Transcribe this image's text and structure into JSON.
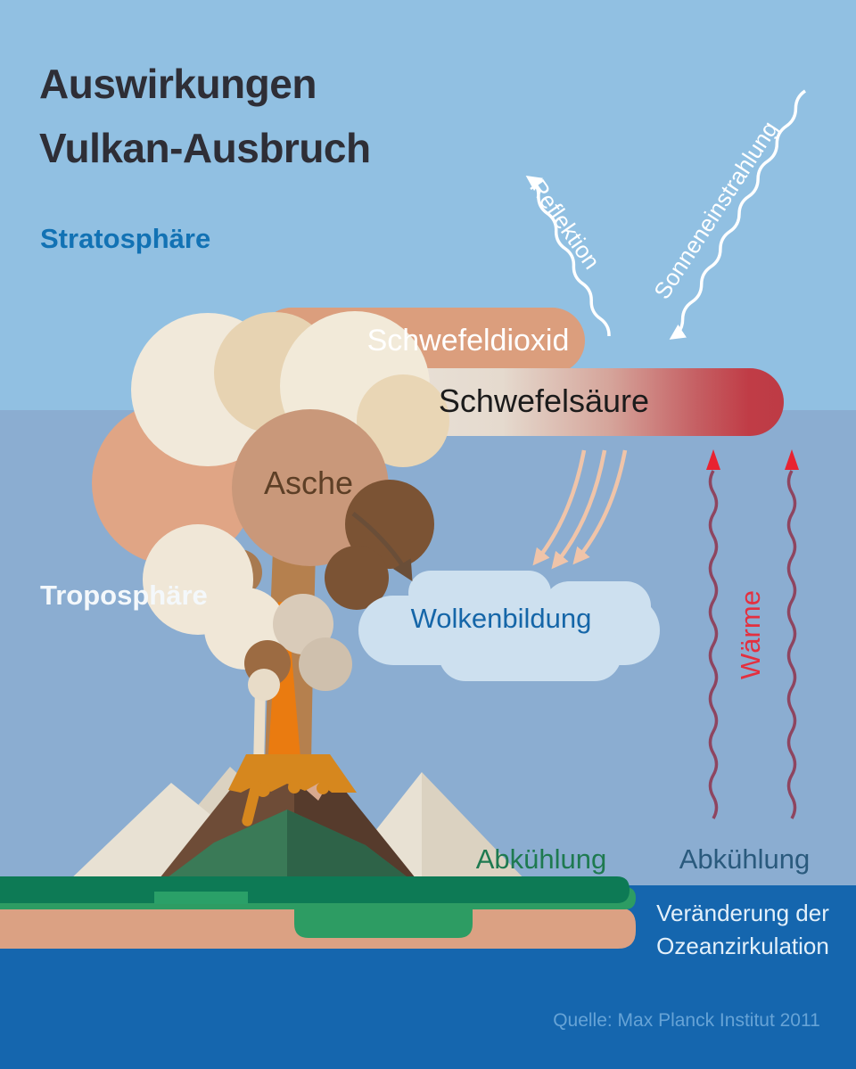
{
  "title": {
    "line1": "Auswirkungen",
    "line2": "Vulkan-Ausbruch"
  },
  "layers": {
    "stratosphere": "Stratosphäre",
    "troposphere": "Troposphäre"
  },
  "arrows": {
    "reflection": "Reflektion",
    "solar_radiation": "Sonneneinstrahlung",
    "heat": "Wärme",
    "cooling_left": "Abkühlung",
    "cooling_right": "Abkühlung"
  },
  "labels": {
    "sulfur_dioxide": "Schwefeldioxid",
    "sulfuric_acid": "Schwefelsäure",
    "ash": "Asche",
    "cloud_formation": "Wolkenbildung",
    "ocean_change_line1": "Veränderung der",
    "ocean_change_line2": "Ozeanzirkulation"
  },
  "source": "Quelle: Max Planck Institut 2011",
  "palette": {
    "stratosphere_bg": "#91c0e2",
    "troposphere_bg": "#8badd1",
    "ocean": "#1566ae",
    "sulfur_dioxide_band": "#db9e7d",
    "acid_band_start": "#eae3da",
    "acid_band_end": "#bd3b45",
    "ash_cloud_cream": "#f1e9da",
    "ash_cloud_salmon": "#e0a585",
    "ash_cloud_brown": "#7b5334",
    "cloud_formation_fill": "#cde0ef",
    "heat_wave": "#8e4560",
    "heat_arrowhead": "#e82331",
    "cooling_green": "#1e7a50",
    "cooling_blue": "#2a5a7d",
    "land_dark_green": "#0d7a55",
    "land_mid_green": "#2d9c63",
    "land_soil": "#dba183",
    "lava_orange": "#d6871e",
    "title_color": "#2e2e36",
    "stratosphere_label_color": "#1272b4"
  }
}
